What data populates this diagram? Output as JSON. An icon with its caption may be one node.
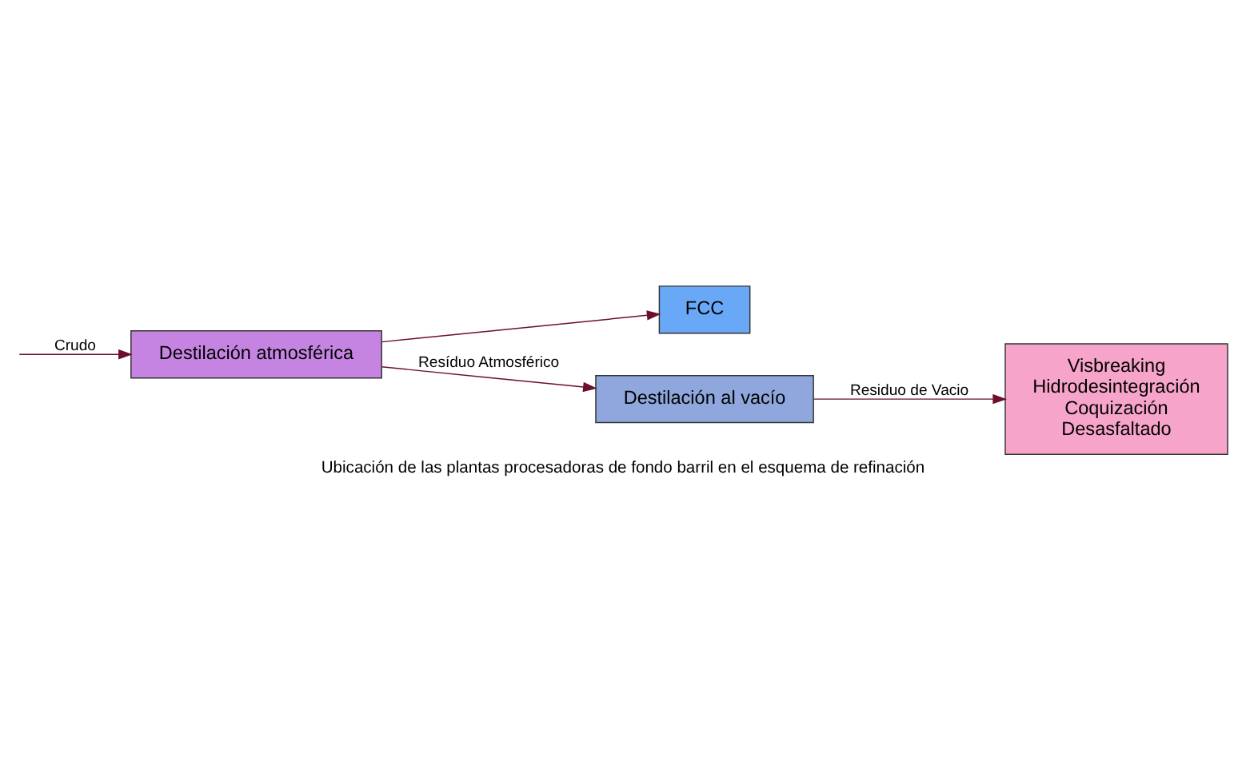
{
  "diagram": {
    "caption": "Ubicación de las plantas procesadoras de fondo barril en el esquema de refinación",
    "nodes": [
      {
        "text": [
          "Destilación atmosférica"
        ]
      },
      {
        "text": [
          "FCC"
        ]
      },
      {
        "text": [
          "Destilación al vacío"
        ]
      },
      {
        "text": [
          "Visbreaking",
          "Hidrodesintegración",
          "Coquización",
          "Desasfaltado"
        ]
      }
    ],
    "edges": [
      {
        "from": null,
        "to": 0,
        "arrow": "to",
        "label": "Crudo"
      },
      {
        "from": 0,
        "to": 1,
        "arrow": "to"
      },
      {
        "from": 0,
        "to": 2,
        "arrow": "to",
        "label": "Resíduo Atmosférico"
      },
      {
        "from": 2,
        "to": 3,
        "arrow": "to",
        "label": "Residuo de Vacio"
      }
    ]
  }
}
